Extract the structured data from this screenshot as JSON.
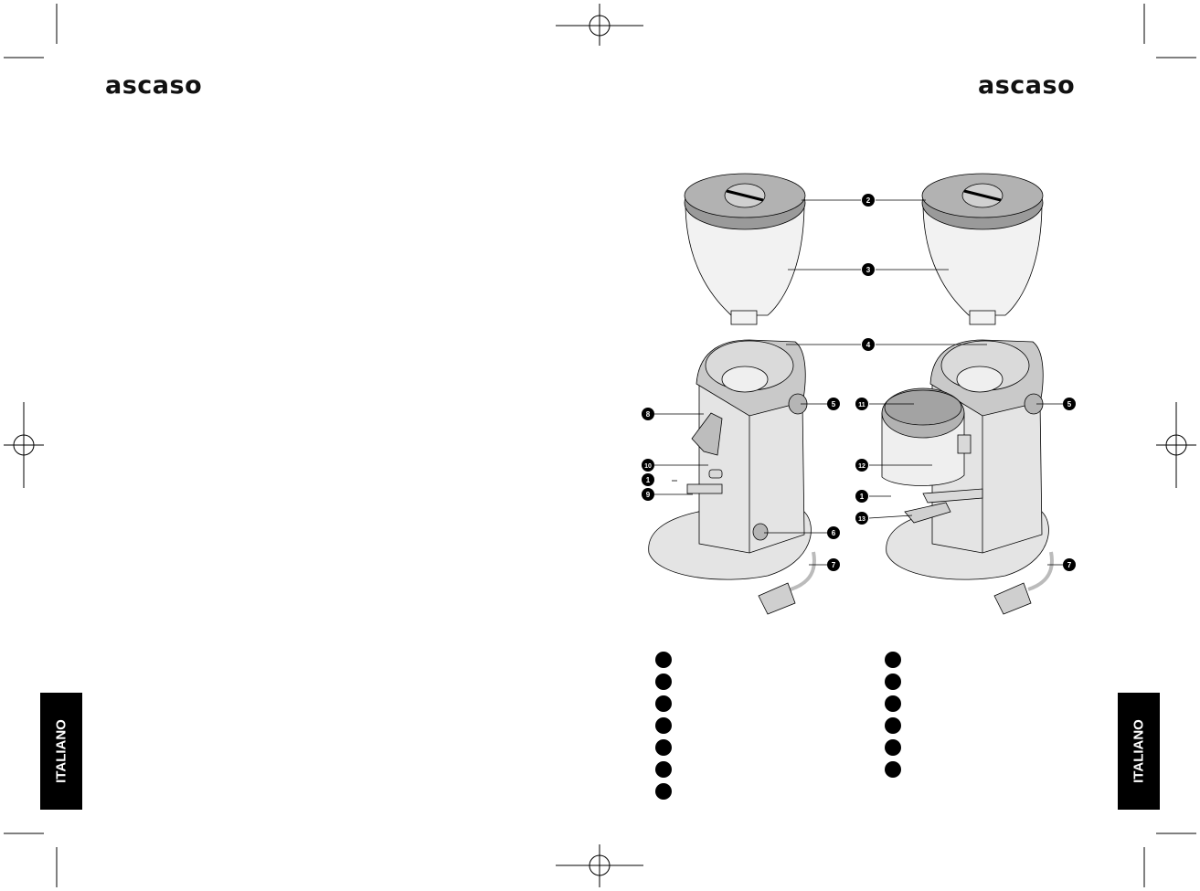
{
  "left_page": {
    "logo": "ascaso",
    "language_tab": "ITALIANO",
    "legend_bullets": 7
  },
  "right_page": {
    "logo": "ascaso",
    "language_tab": "ITALIANO",
    "legend_bullets": 6
  },
  "diagram": {
    "callouts_left": [
      "2",
      "3",
      "4",
      "5",
      "8",
      "10",
      "1",
      "9",
      "6",
      "7"
    ],
    "callouts_right": [
      "11",
      "5",
      "12",
      "1",
      "13",
      "7"
    ]
  },
  "colors": {
    "ink": "#000000",
    "part_fill": "#e4e4e4",
    "lid_fill": "#9a9a9a",
    "hopper_fill": "#f2f2f2"
  }
}
